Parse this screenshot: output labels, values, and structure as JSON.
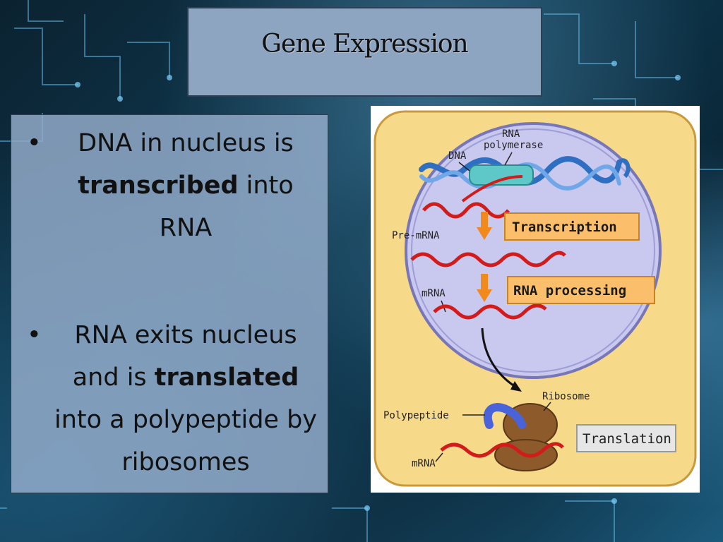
{
  "slide": {
    "title": "Gene Expression",
    "bullets": [
      {
        "pre": "DNA in nucleus is ",
        "bold": "transcribed",
        "post": " into RNA"
      },
      {
        "pre": "RNA exits nucleus and is ",
        "bold": "translated",
        "post": " into a polypeptide by ribosomes"
      }
    ]
  },
  "figure": {
    "labels": {
      "dna": "DNA",
      "rna_polymerase_1": "RNA",
      "rna_polymerase_2": "polymerase",
      "pre_mrna": "Pre-mRNA",
      "mrna_nucleus": "mRNA",
      "ribosome": "Ribosome",
      "polypeptide": "Polypeptide",
      "mrna_cytoplasm": "mRNA"
    },
    "steps": {
      "transcription": "Transcription",
      "rna_processing": "RNA processing",
      "translation": "Translation"
    },
    "colors": {
      "cell": "#f7d98a",
      "nucleus": "#c9c8ef",
      "dna": "#2f6fc2",
      "rna": "#d21b1b",
      "arrow": "#f08a1c",
      "ribosome": "#8c5a2b",
      "polypeptide": "#4b63d8"
    }
  }
}
